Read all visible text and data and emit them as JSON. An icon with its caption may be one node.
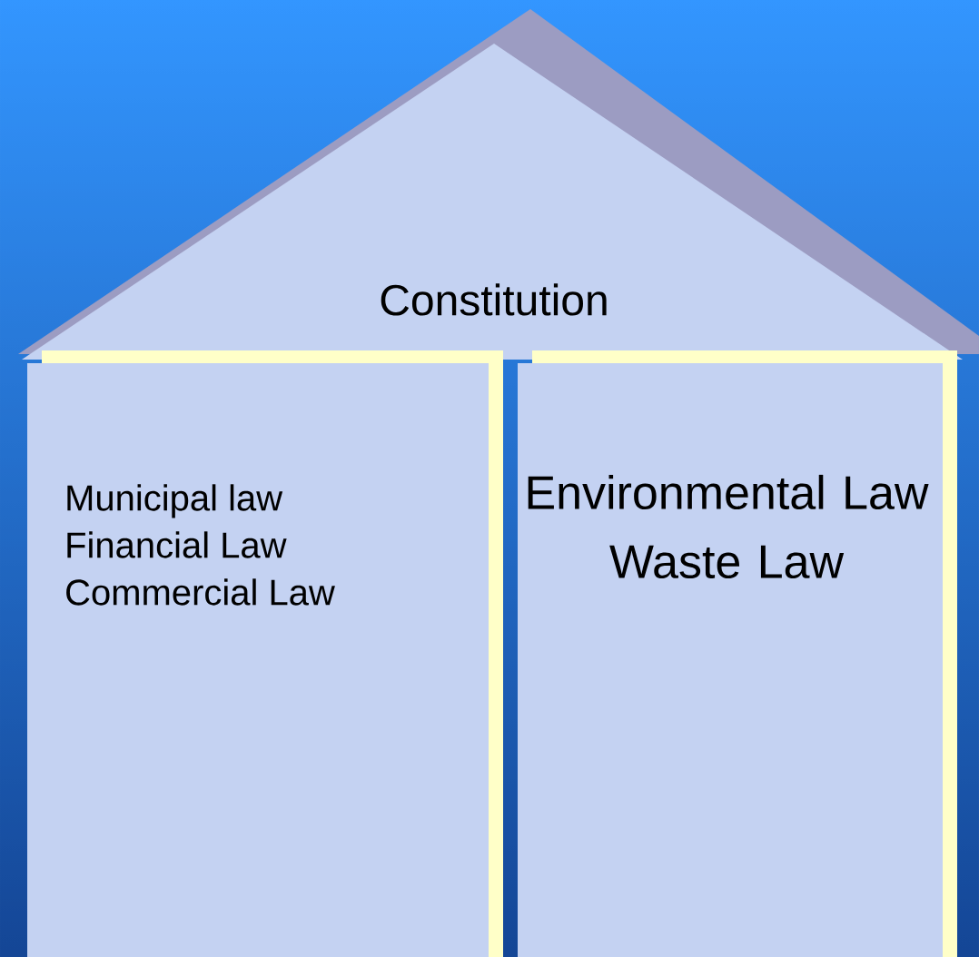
{
  "diagram": {
    "nodes": [
      {
        "text": [
          "Constitution"
        ]
      },
      {
        "text": [
          "Municipal law",
          "Financial Law",
          "Commercial Law"
        ]
      },
      {
        "text": [
          "Environmental Law",
          "Waste Law"
        ]
      }
    ]
  }
}
